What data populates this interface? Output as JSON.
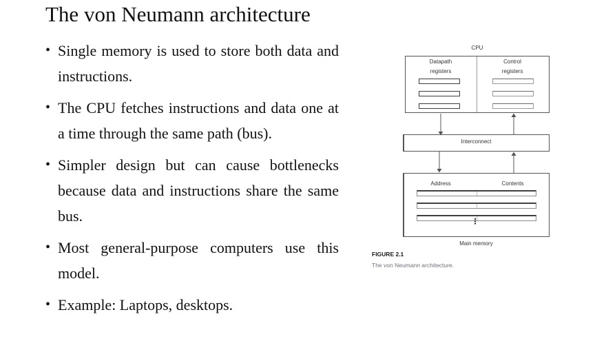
{
  "slide": {
    "title": "The von Neumann architecture",
    "bullet_char": "•",
    "bullets": [
      "Single memory is used to store both data and instructions.",
      "The CPU fetches instructions and data one at a time through the same path (bus).",
      "Simpler design but can cause bottlenecks because data and instructions share the same bus.",
      "Most general-purpose computers use this model.",
      "Example: Laptops, desktops."
    ]
  },
  "figure": {
    "cpu_label": "CPU",
    "datapath_line1": "Datapath",
    "datapath_line2": "registers",
    "control_line1": "Control",
    "control_line2": "registers",
    "interconnect_label": "Interconnect",
    "address_label": "Address",
    "contents_label": "Contents",
    "ellipsis": "⋮",
    "main_memory_label": "Main memory",
    "caption_tag": "FIGURE 2.1",
    "caption_text": "The von Neumann architecture.",
    "colors": {
      "caption_text": "#6d7278",
      "diagram_line": "#555555"
    }
  }
}
